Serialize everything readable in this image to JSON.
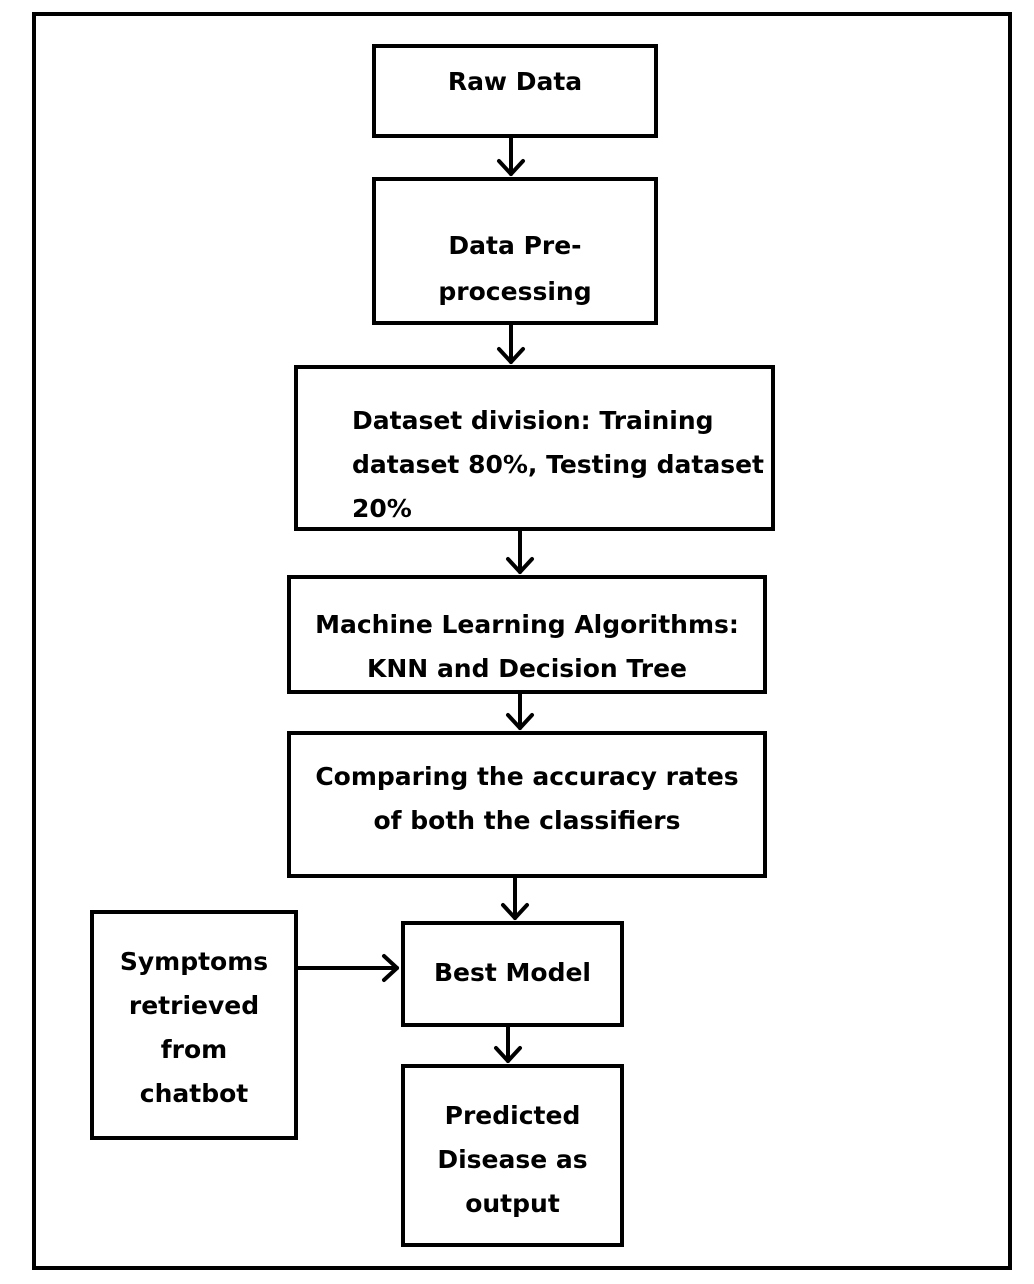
{
  "diagram": {
    "nodes": {
      "raw_data": {
        "lines": [
          "Raw Data"
        ]
      },
      "preprocessing": {
        "lines": [
          "Data Pre-",
          "processing"
        ]
      },
      "dataset_division": {
        "lines": [
          "Dataset division: Training",
          "dataset 80%, Testing dataset",
          "20%"
        ]
      },
      "ml_algorithms": {
        "lines": [
          "Machine Learning Algorithms:",
          "KNN and Decision Tree"
        ]
      },
      "comparing": {
        "lines": [
          "Comparing the accuracy  rates",
          "of both the classifiers"
        ]
      },
      "best_model": {
        "lines": [
          "Best Model"
        ]
      },
      "symptoms": {
        "lines": [
          "Symptoms",
          "retrieved",
          "from",
          "chatbot"
        ]
      },
      "predicted": {
        "lines": [
          "Predicted",
          "Disease as",
          "output"
        ]
      }
    },
    "edges": [
      {
        "from": "raw_data",
        "to": "preprocessing"
      },
      {
        "from": "preprocessing",
        "to": "dataset_division"
      },
      {
        "from": "dataset_division",
        "to": "ml_algorithms"
      },
      {
        "from": "ml_algorithms",
        "to": "comparing"
      },
      {
        "from": "comparing",
        "to": "best_model"
      },
      {
        "from": "symptoms",
        "to": "best_model"
      },
      {
        "from": "best_model",
        "to": "predicted"
      }
    ]
  }
}
